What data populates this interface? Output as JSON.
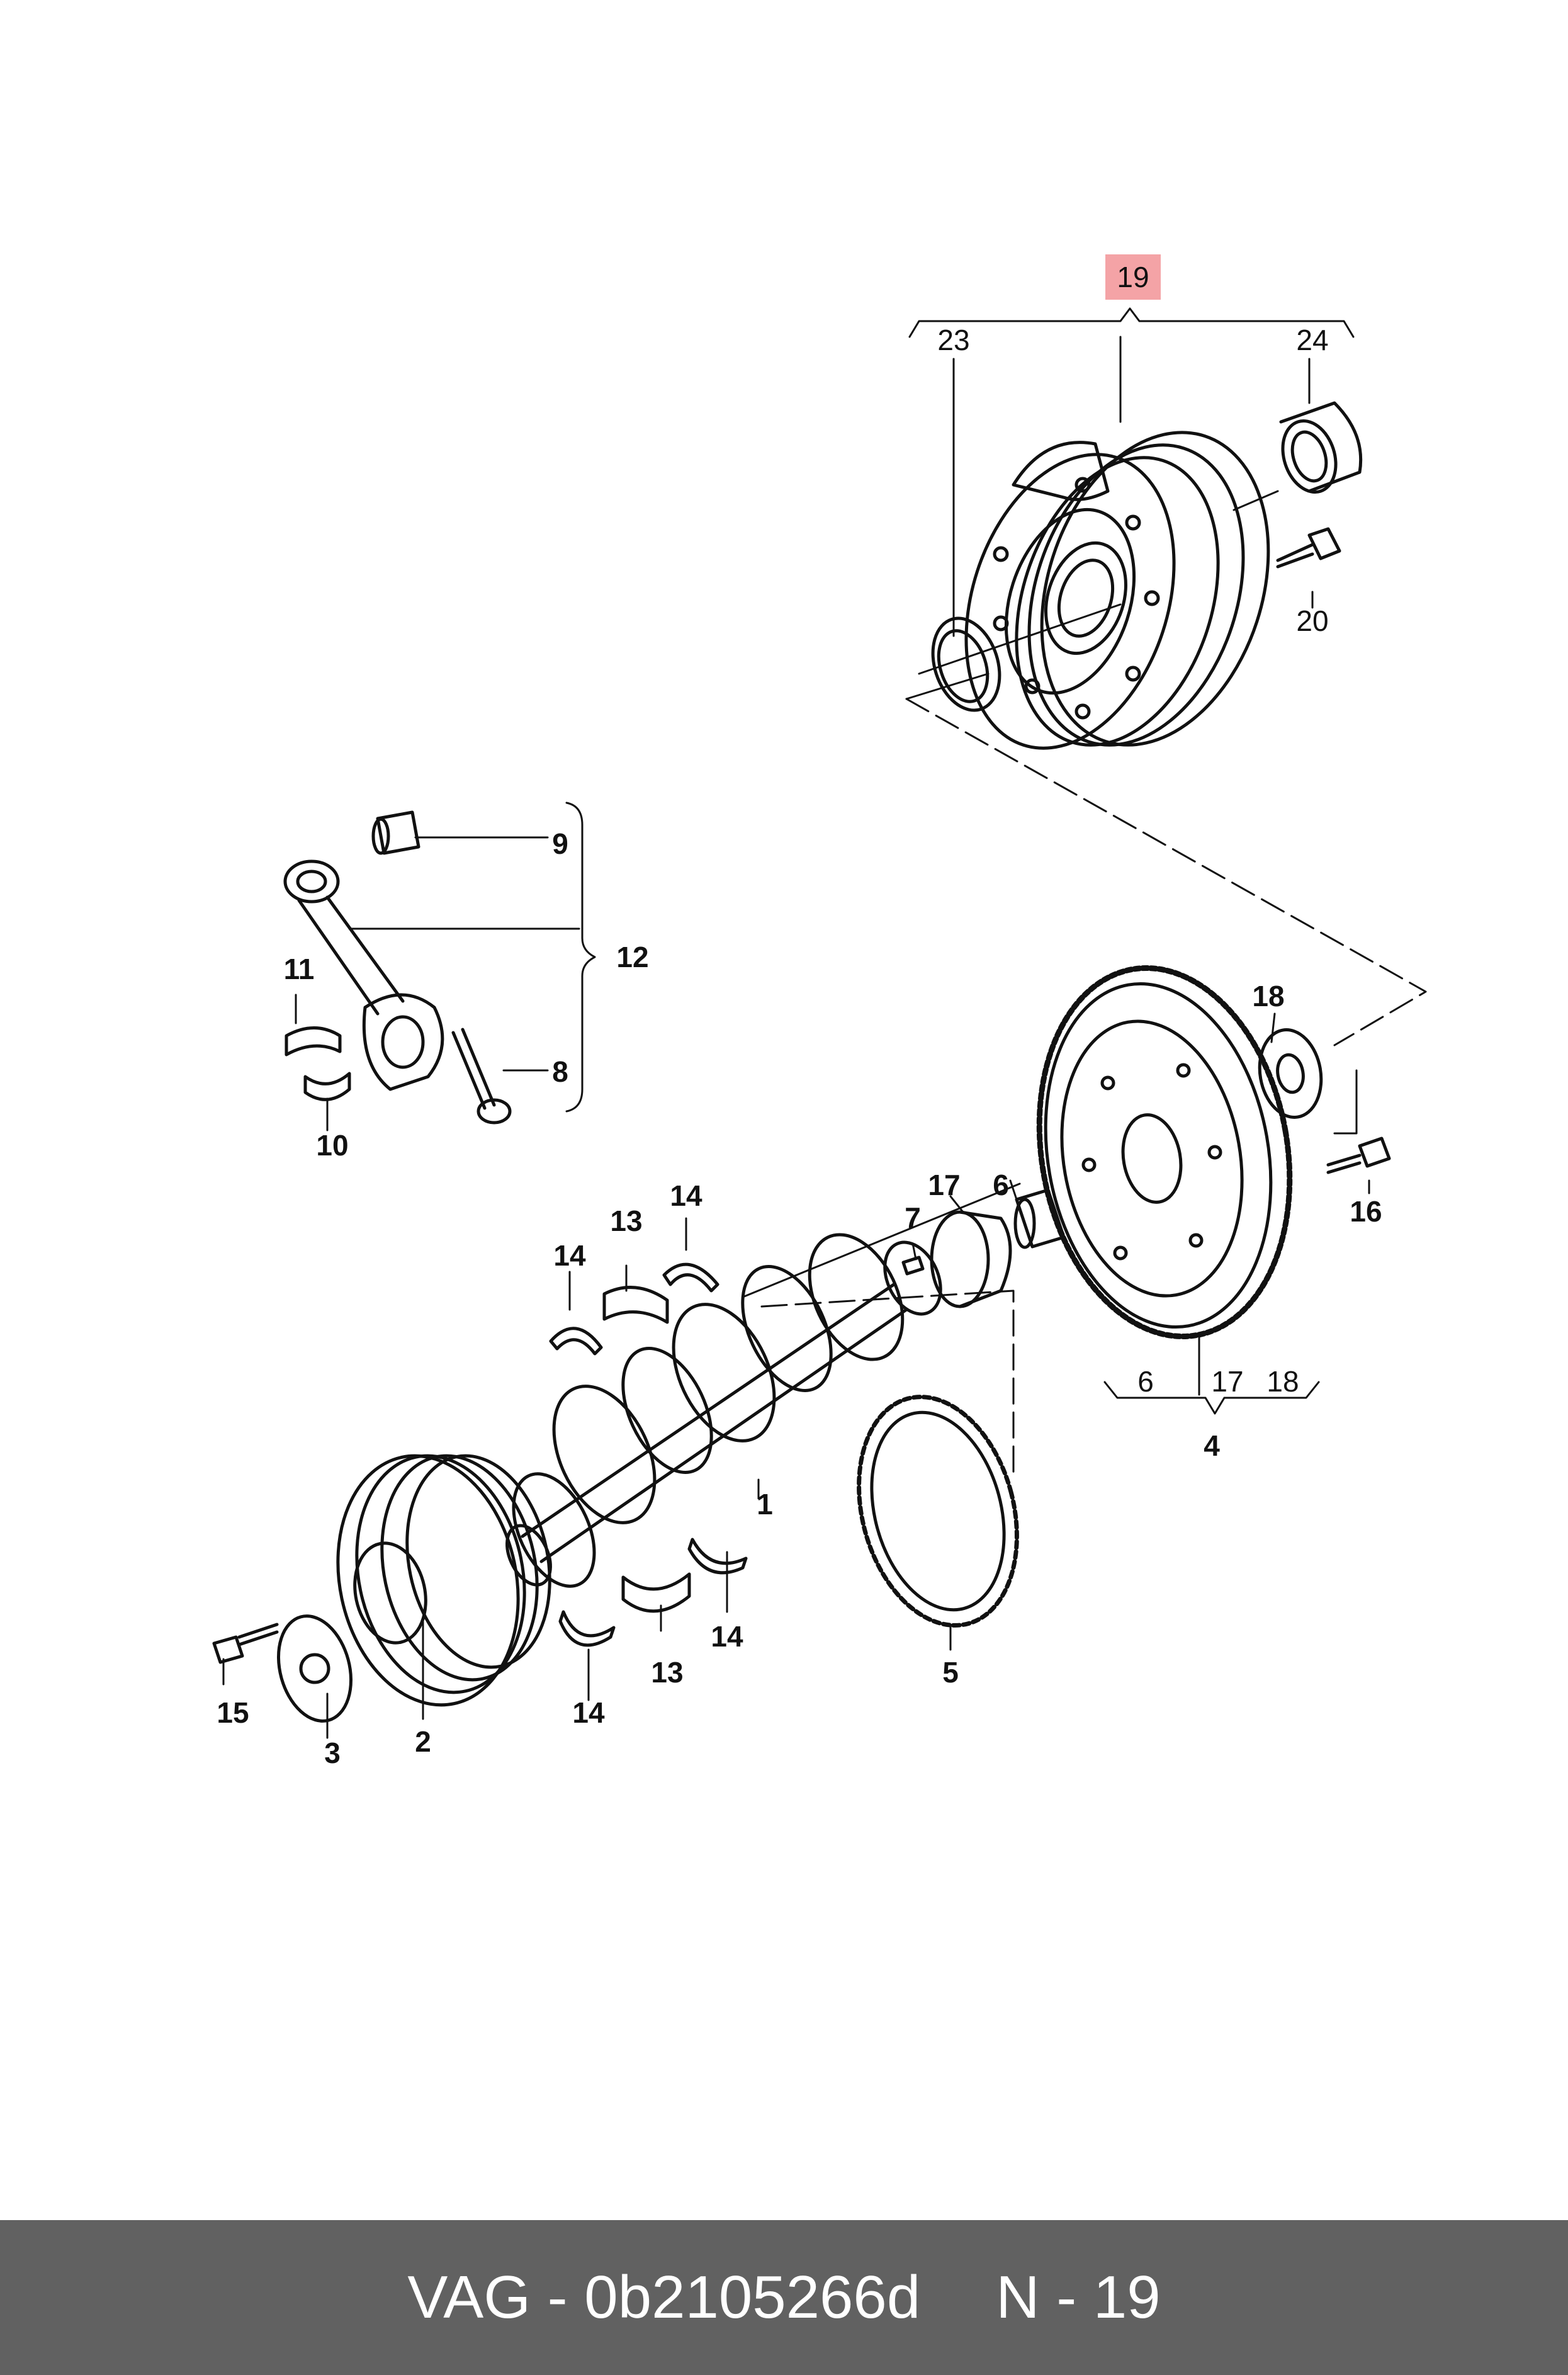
{
  "diagram": {
    "highlight_color": "#f4a3a6",
    "labels": {
      "p1": "1",
      "p2": "2",
      "p3": "3",
      "p4": "4",
      "p5": "5",
      "p6a": "6",
      "p6b": "6",
      "p7": "7",
      "p8": "8",
      "p9": "9",
      "p10": "10",
      "p11": "11",
      "p12": "12",
      "p13a": "13",
      "p13b": "13",
      "p14a": "14",
      "p14b": "14",
      "p14c": "14",
      "p14d": "14",
      "p15": "15",
      "p16": "16",
      "p17a": "17",
      "p17b": "17",
      "p18a": "18",
      "p18b": "18",
      "p19": "19",
      "p20": "20",
      "p23": "23",
      "p24": "24"
    }
  },
  "footer": {
    "brand": "VAG",
    "dash": "-",
    "part_number": "0b2105266d",
    "ref": "N - 19"
  }
}
